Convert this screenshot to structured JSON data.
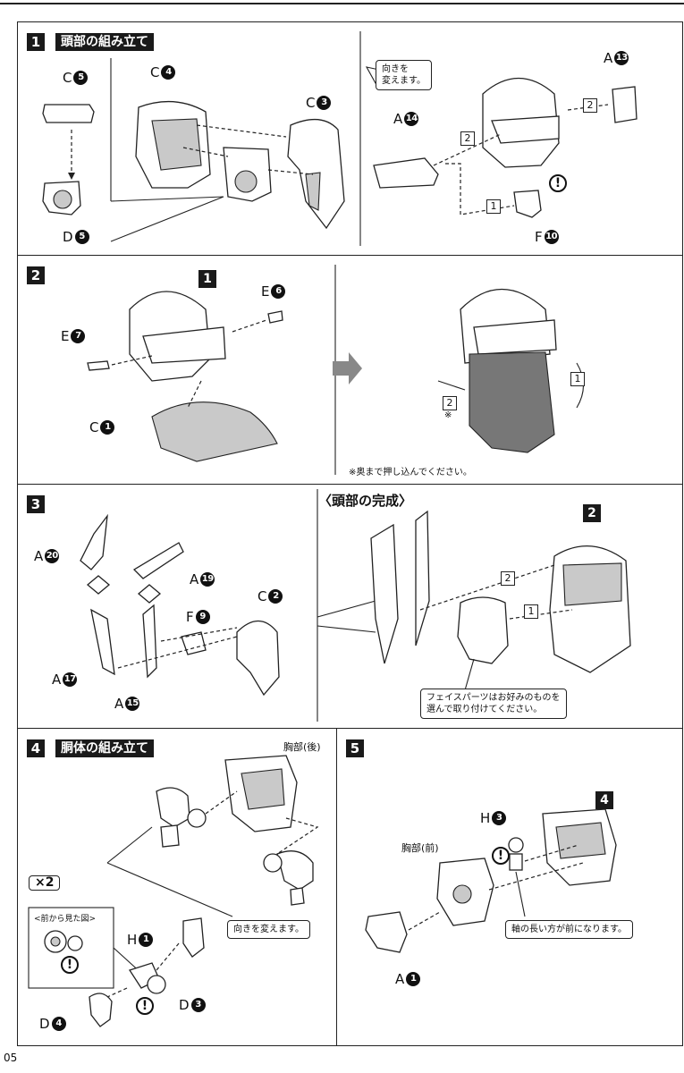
{
  "step1": {
    "num": "1",
    "title": "頭部の組み立て",
    "labels": {
      "c5": {
        "letter": "C",
        "num": "5"
      },
      "c4": {
        "letter": "C",
        "num": "4"
      },
      "c3": {
        "letter": "C",
        "num": "3"
      },
      "d5": {
        "letter": "D",
        "num": "5"
      },
      "a13": {
        "letter": "A",
        "num": "13"
      },
      "a14": {
        "letter": "A",
        "num": "14"
      },
      "f10": {
        "letter": "F",
        "num": "10"
      }
    },
    "callout": "向きを\n変えます。",
    "order_marks": [
      "2",
      "2",
      "1"
    ]
  },
  "step2": {
    "num": "2",
    "labels": {
      "e6": {
        "letter": "E",
        "num": "6"
      },
      "e7": {
        "letter": "E",
        "num": "7"
      },
      "c1": {
        "letter": "C",
        "num": "1"
      }
    },
    "ref": "1",
    "order_marks": [
      "2",
      "1"
    ],
    "asterisk": "※",
    "note": "※奥まで押し込んでください。"
  },
  "step3": {
    "num": "3",
    "labels": {
      "a20": {
        "letter": "A",
        "num": "20"
      },
      "a19": {
        "letter": "A",
        "num": "19"
      },
      "c2": {
        "letter": "C",
        "num": "2"
      },
      "f9": {
        "letter": "F",
        "num": "9"
      },
      "a17": {
        "letter": "A",
        "num": "17"
      },
      "a15": {
        "letter": "A",
        "num": "15"
      }
    },
    "completion_title": "〈頭部の完成〉",
    "ref": "2",
    "order_marks": [
      "2",
      "1"
    ],
    "callout": "フェイスパーツはお好みのものを\n選んで取り付けてください。"
  },
  "step4": {
    "num": "4",
    "title": "胴体の組み立て",
    "chest_back": "胸部(後)",
    "multiplier": "×2",
    "front_view": "<前から見た図>",
    "callout": "向きを変えます。",
    "labels": {
      "h1": {
        "letter": "H",
        "num": "1"
      },
      "d3": {
        "letter": "D",
        "num": "3"
      },
      "d4": {
        "letter": "D",
        "num": "4"
      }
    }
  },
  "step5": {
    "num": "5",
    "ref": "4",
    "chest_front": "胸部(前)",
    "callout": "軸の長い方が前になります。",
    "labels": {
      "h3": {
        "letter": "H",
        "num": "3"
      },
      "a1": {
        "letter": "A",
        "num": "1"
      }
    }
  },
  "warn_symbol": "!",
  "page_number": "05"
}
